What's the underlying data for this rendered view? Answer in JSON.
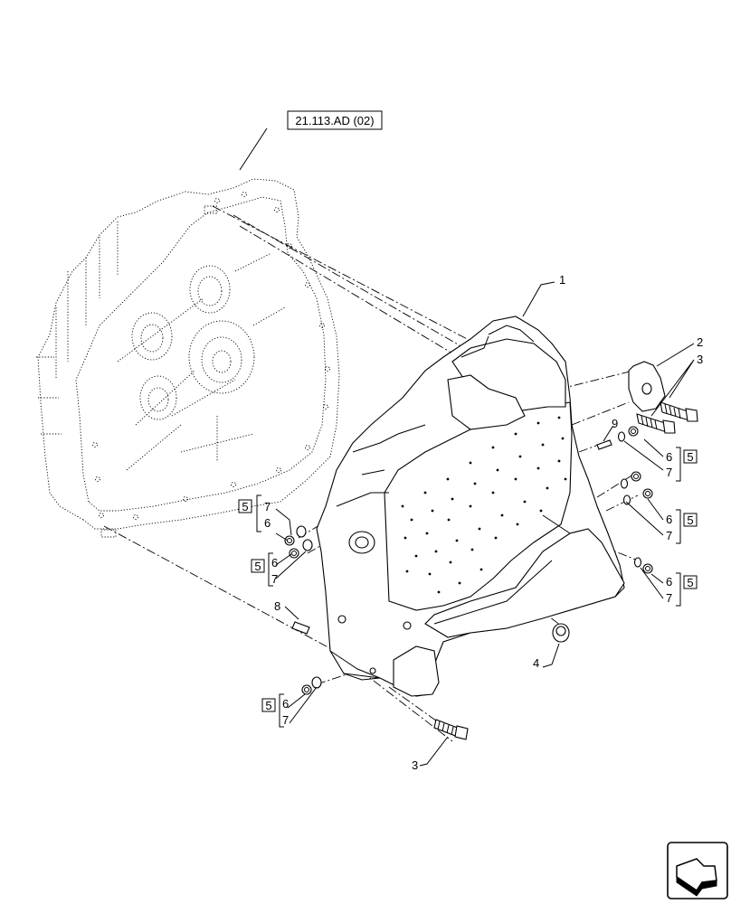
{
  "reference_label": "21.113.AD (02)",
  "callouts": {
    "c1": "1",
    "c2": "2",
    "c3_top": "3",
    "c3_bottom": "3",
    "c4": "4",
    "c8": "8",
    "c9": "9"
  },
  "kit_groups": [
    {
      "box": "5",
      "a": "7",
      "b": "6"
    },
    {
      "box": "5",
      "a": "6",
      "b": "7"
    },
    {
      "box": "5",
      "a": "6",
      "b": "7"
    },
    {
      "box": "5",
      "a": "6",
      "b": "7"
    },
    {
      "box": "5",
      "a": "6",
      "b": "7"
    },
    {
      "box": "5",
      "a": "6",
      "b": "7"
    }
  ],
  "nav_icon": "arrow-navigation-icon"
}
